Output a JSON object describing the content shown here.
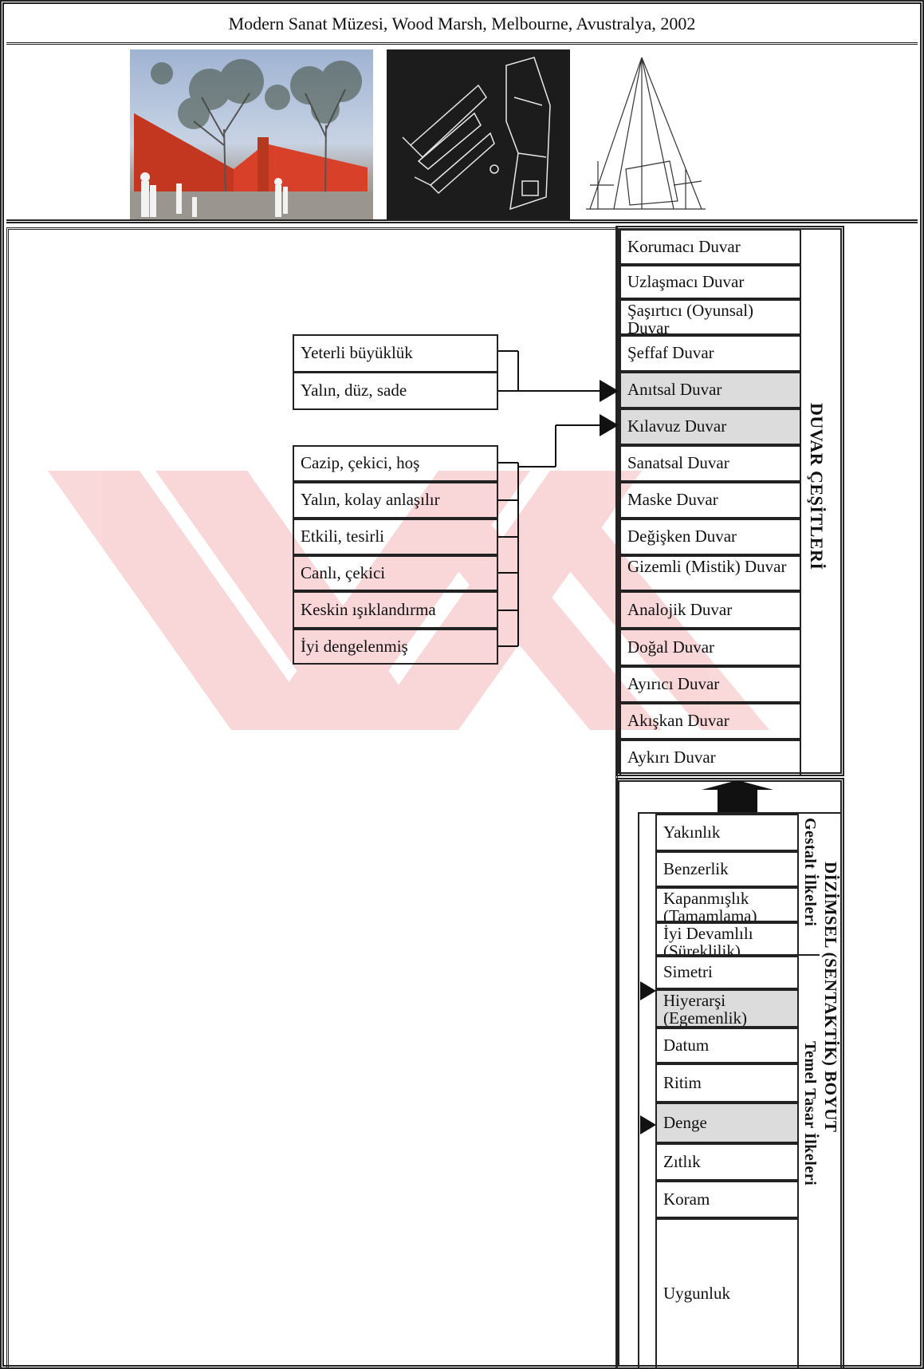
{
  "title": "Modern Sanat Müzesi, Wood Marsh, Melbourne, Avustralya, 2002",
  "images": [
    {
      "icon": "museum-photo"
    },
    {
      "icon": "plan-drawing"
    },
    {
      "icon": "sketch-drawing"
    }
  ],
  "wall_types": {
    "heading": "DUVAR ÇEŞİTLERİ",
    "items": [
      {
        "label": "Korumacı Duvar",
        "highlight": false
      },
      {
        "label": "Uzlaşmacı Duvar",
        "highlight": false
      },
      {
        "label": "Şaşırtıcı (Oyunsal) Duvar",
        "highlight": false
      },
      {
        "label": "Şeffaf Duvar",
        "highlight": false
      },
      {
        "label": "Anıtsal Duvar",
        "highlight": true
      },
      {
        "label": "Kılavuz Duvar",
        "highlight": true
      },
      {
        "label": "Sanatsal Duvar",
        "highlight": false
      },
      {
        "label": "Maske Duvar",
        "highlight": false
      },
      {
        "label": "Değişken Duvar",
        "highlight": false
      },
      {
        "label": "Gizemli (Mistik) Duvar",
        "highlight": false
      },
      {
        "label": "Analojik Duvar",
        "highlight": false
      },
      {
        "label": "Doğal Duvar",
        "highlight": false
      },
      {
        "label": "Ayırıcı Duvar",
        "highlight": false
      },
      {
        "label": "Akışkan Duvar",
        "highlight": false
      },
      {
        "label": "Aykırı Duvar",
        "highlight": false
      }
    ]
  },
  "group_a": {
    "items": [
      "Yeterli büyüklük",
      "Yalın, düz, sade"
    ],
    "target": "Anıtsal Duvar"
  },
  "group_b": {
    "items": [
      "Cazip, çekici, hoş",
      "Yalın, kolay anlaşılır",
      "Etkili, tesirli",
      "Canlı, çekici",
      "Keskin ışıklandırma",
      "İyi dengelenmiş"
    ],
    "target": "Kılavuz Duvar"
  },
  "syntactic": {
    "heading": "DİZİMSEL (SENTAKTİK) BOYUT",
    "gestalt_label": "Gestalt İlkeleri",
    "basic_label": "Temel Tasar İlkeleri",
    "items": [
      {
        "label": "Yakınlık",
        "highlight": false
      },
      {
        "label": "Benzerlik",
        "highlight": false
      },
      {
        "label": "Kapanmışlık (Tamamlama)",
        "highlight": false
      },
      {
        "label": "İyi Devamlılı (Süreklilik)",
        "highlight": false
      },
      {
        "label": "Simetri",
        "highlight": false
      },
      {
        "label": "Hiyerarşi (Egemenlik)",
        "highlight": true
      },
      {
        "label": "Datum",
        "highlight": false
      },
      {
        "label": "Ritim",
        "highlight": false
      },
      {
        "label": "Denge",
        "highlight": true
      },
      {
        "label": "Zıtlık",
        "highlight": false
      },
      {
        "label": "Koram",
        "highlight": false
      },
      {
        "label": "Uygunluk",
        "highlight": false
      }
    ]
  },
  "colors": {
    "highlight": "#dcdcdc",
    "line": "#222222",
    "watermark": "#e0101a"
  }
}
